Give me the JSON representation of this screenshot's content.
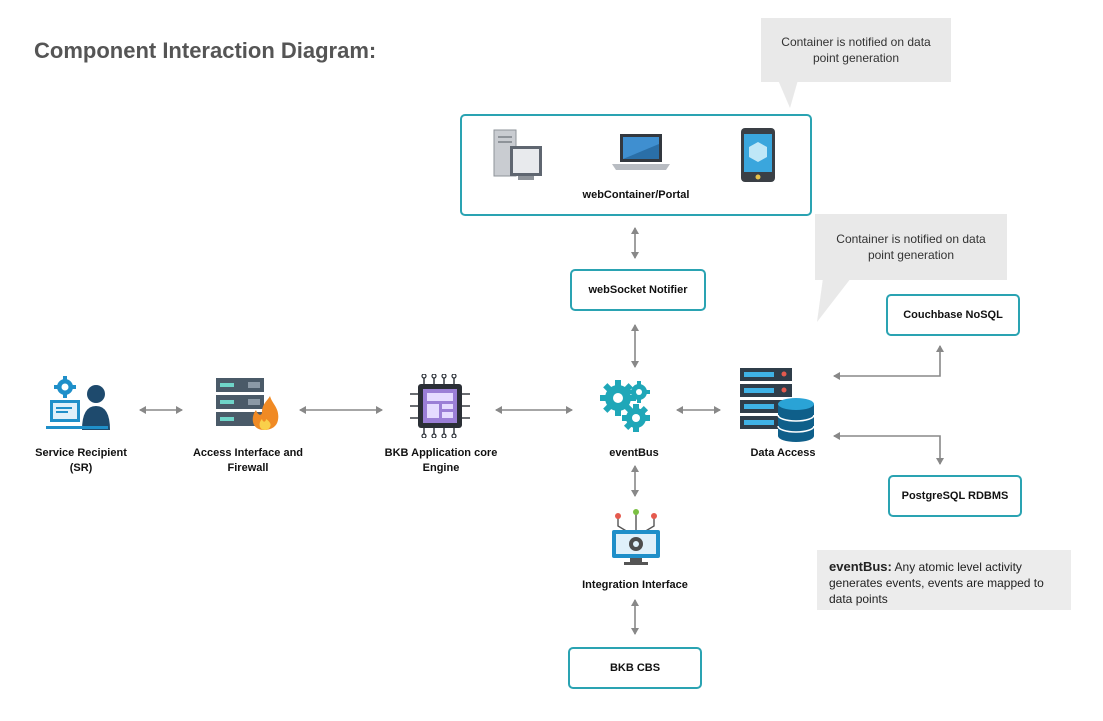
{
  "title": "Component Interaction Diagram:",
  "callouts": {
    "top": "Container is notified on data point generation",
    "right": "Container is notified on data point generation"
  },
  "nodes": {
    "portal": "webContainer/Portal",
    "websocket": "webSocket Notifier",
    "service_recipient": "Service Recipient (SR)",
    "access_interface": "Access Interface and Firewall",
    "app_engine": "BKB Application core Engine",
    "eventbus": "eventBus",
    "data_access": "Data Access",
    "couchbase": "Couchbase NoSQL",
    "postgresql": "PostgreSQL RDBMS",
    "integration": "Integration Interface",
    "cbs": "BKB CBS"
  },
  "note": {
    "term": "eventBus:",
    "text": "Any atomic level activity generates events, events are mapped to data points"
  },
  "colors": {
    "box_border": "#2aa3b2",
    "arrow": "#888888",
    "callout_bg": "#e9e9e9",
    "icon_blue": "#1f8fc9",
    "icon_navy": "#1e4a6d"
  }
}
